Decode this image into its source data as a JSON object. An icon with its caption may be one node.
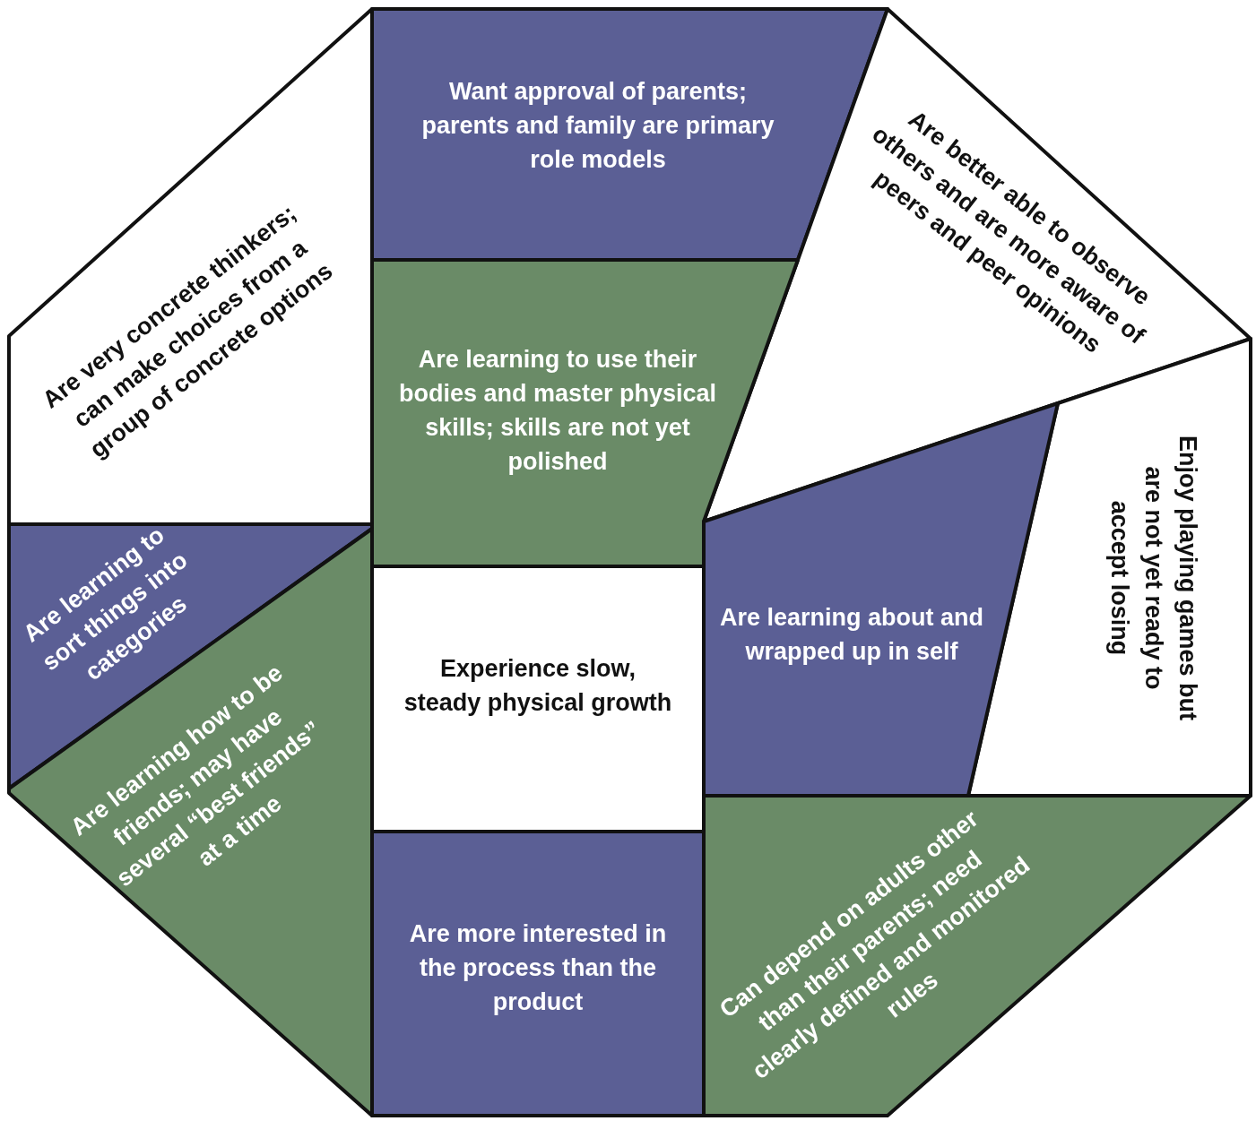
{
  "diagram": {
    "nodes": [
      {
        "text": [
          "Want approval of parents; parents and family are primary role models"
        ]
      },
      {
        "text": [
          "Are very concrete thinkers; can make choices from a group of concrete options"
        ]
      },
      {
        "text": [
          "Are better able to observe others and are more aware of peers and peer opinions"
        ]
      },
      {
        "text": [
          "Are learning to use their bodies and master physical skills; skills are not yet polished"
        ]
      },
      {
        "text": [
          "Are learning to sort things into categories"
        ]
      },
      {
        "text": [
          "Enjoy playing games but are not yet ready to accept losing"
        ]
      },
      {
        "text": [
          "Are learning about and wrapped up in self"
        ]
      },
      {
        "text": [
          "Experience slow, steady physical growth"
        ]
      },
      {
        "text": [
          "Are learning how to be friends; may have several “best friends” at a time"
        ]
      },
      {
        "text": [
          "Can depend on adults other than their parents; need clearly defined and monitored rules"
        ]
      },
      {
        "text": [
          "Are more interested in the process than the product"
        ]
      }
    ]
  }
}
